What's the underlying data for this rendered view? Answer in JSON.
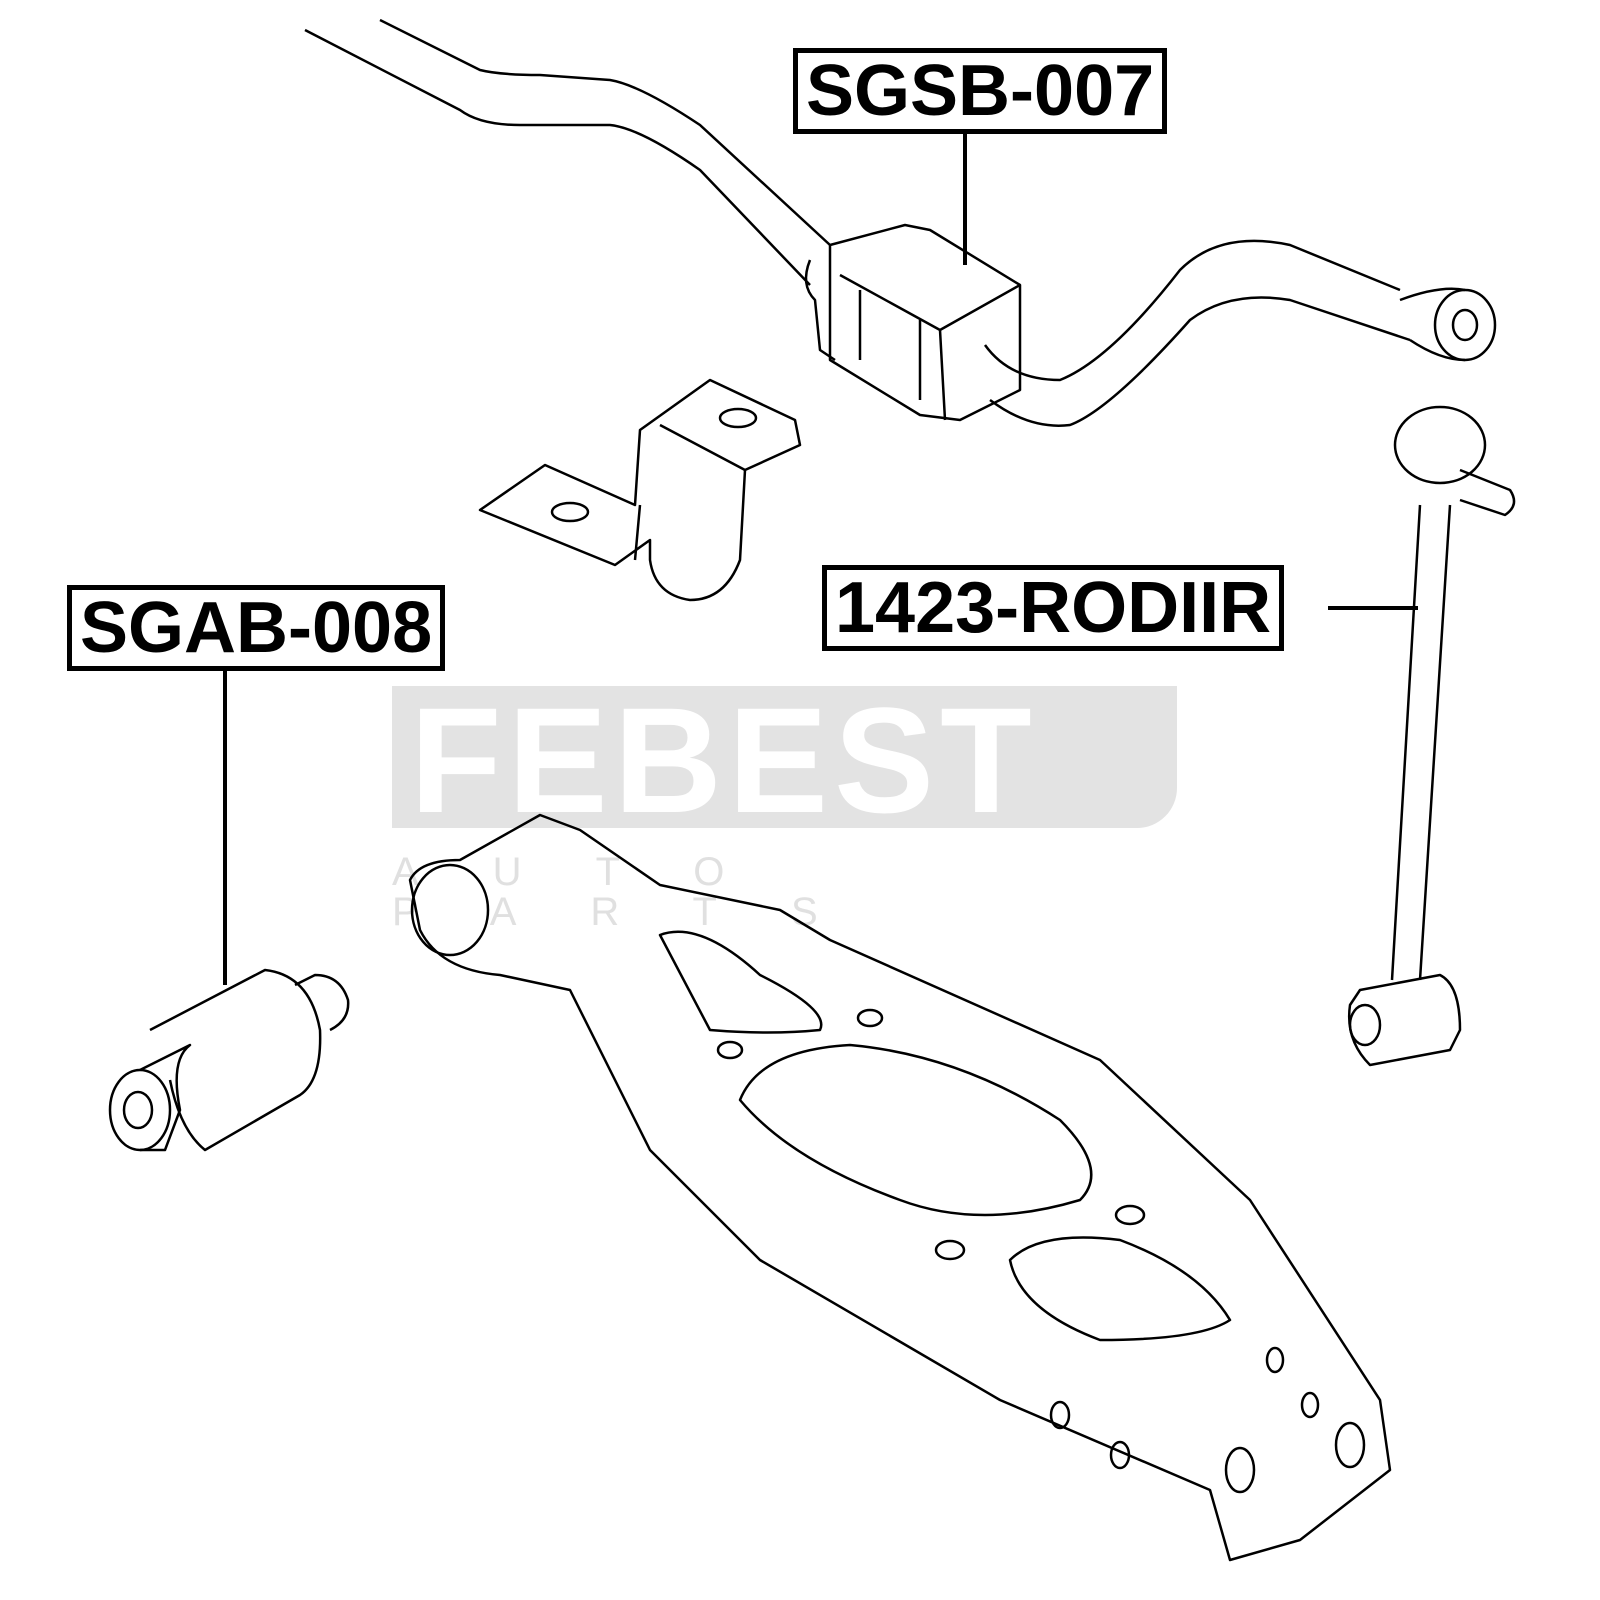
{
  "watermark": {
    "brand": "FEBEST",
    "tagline": "AUTO PARTS"
  },
  "labels": {
    "stabilizer_bushing": "SGSB-007",
    "arm_bushing": "SGAB-008",
    "stabilizer_link": "1423-RODIIR"
  }
}
